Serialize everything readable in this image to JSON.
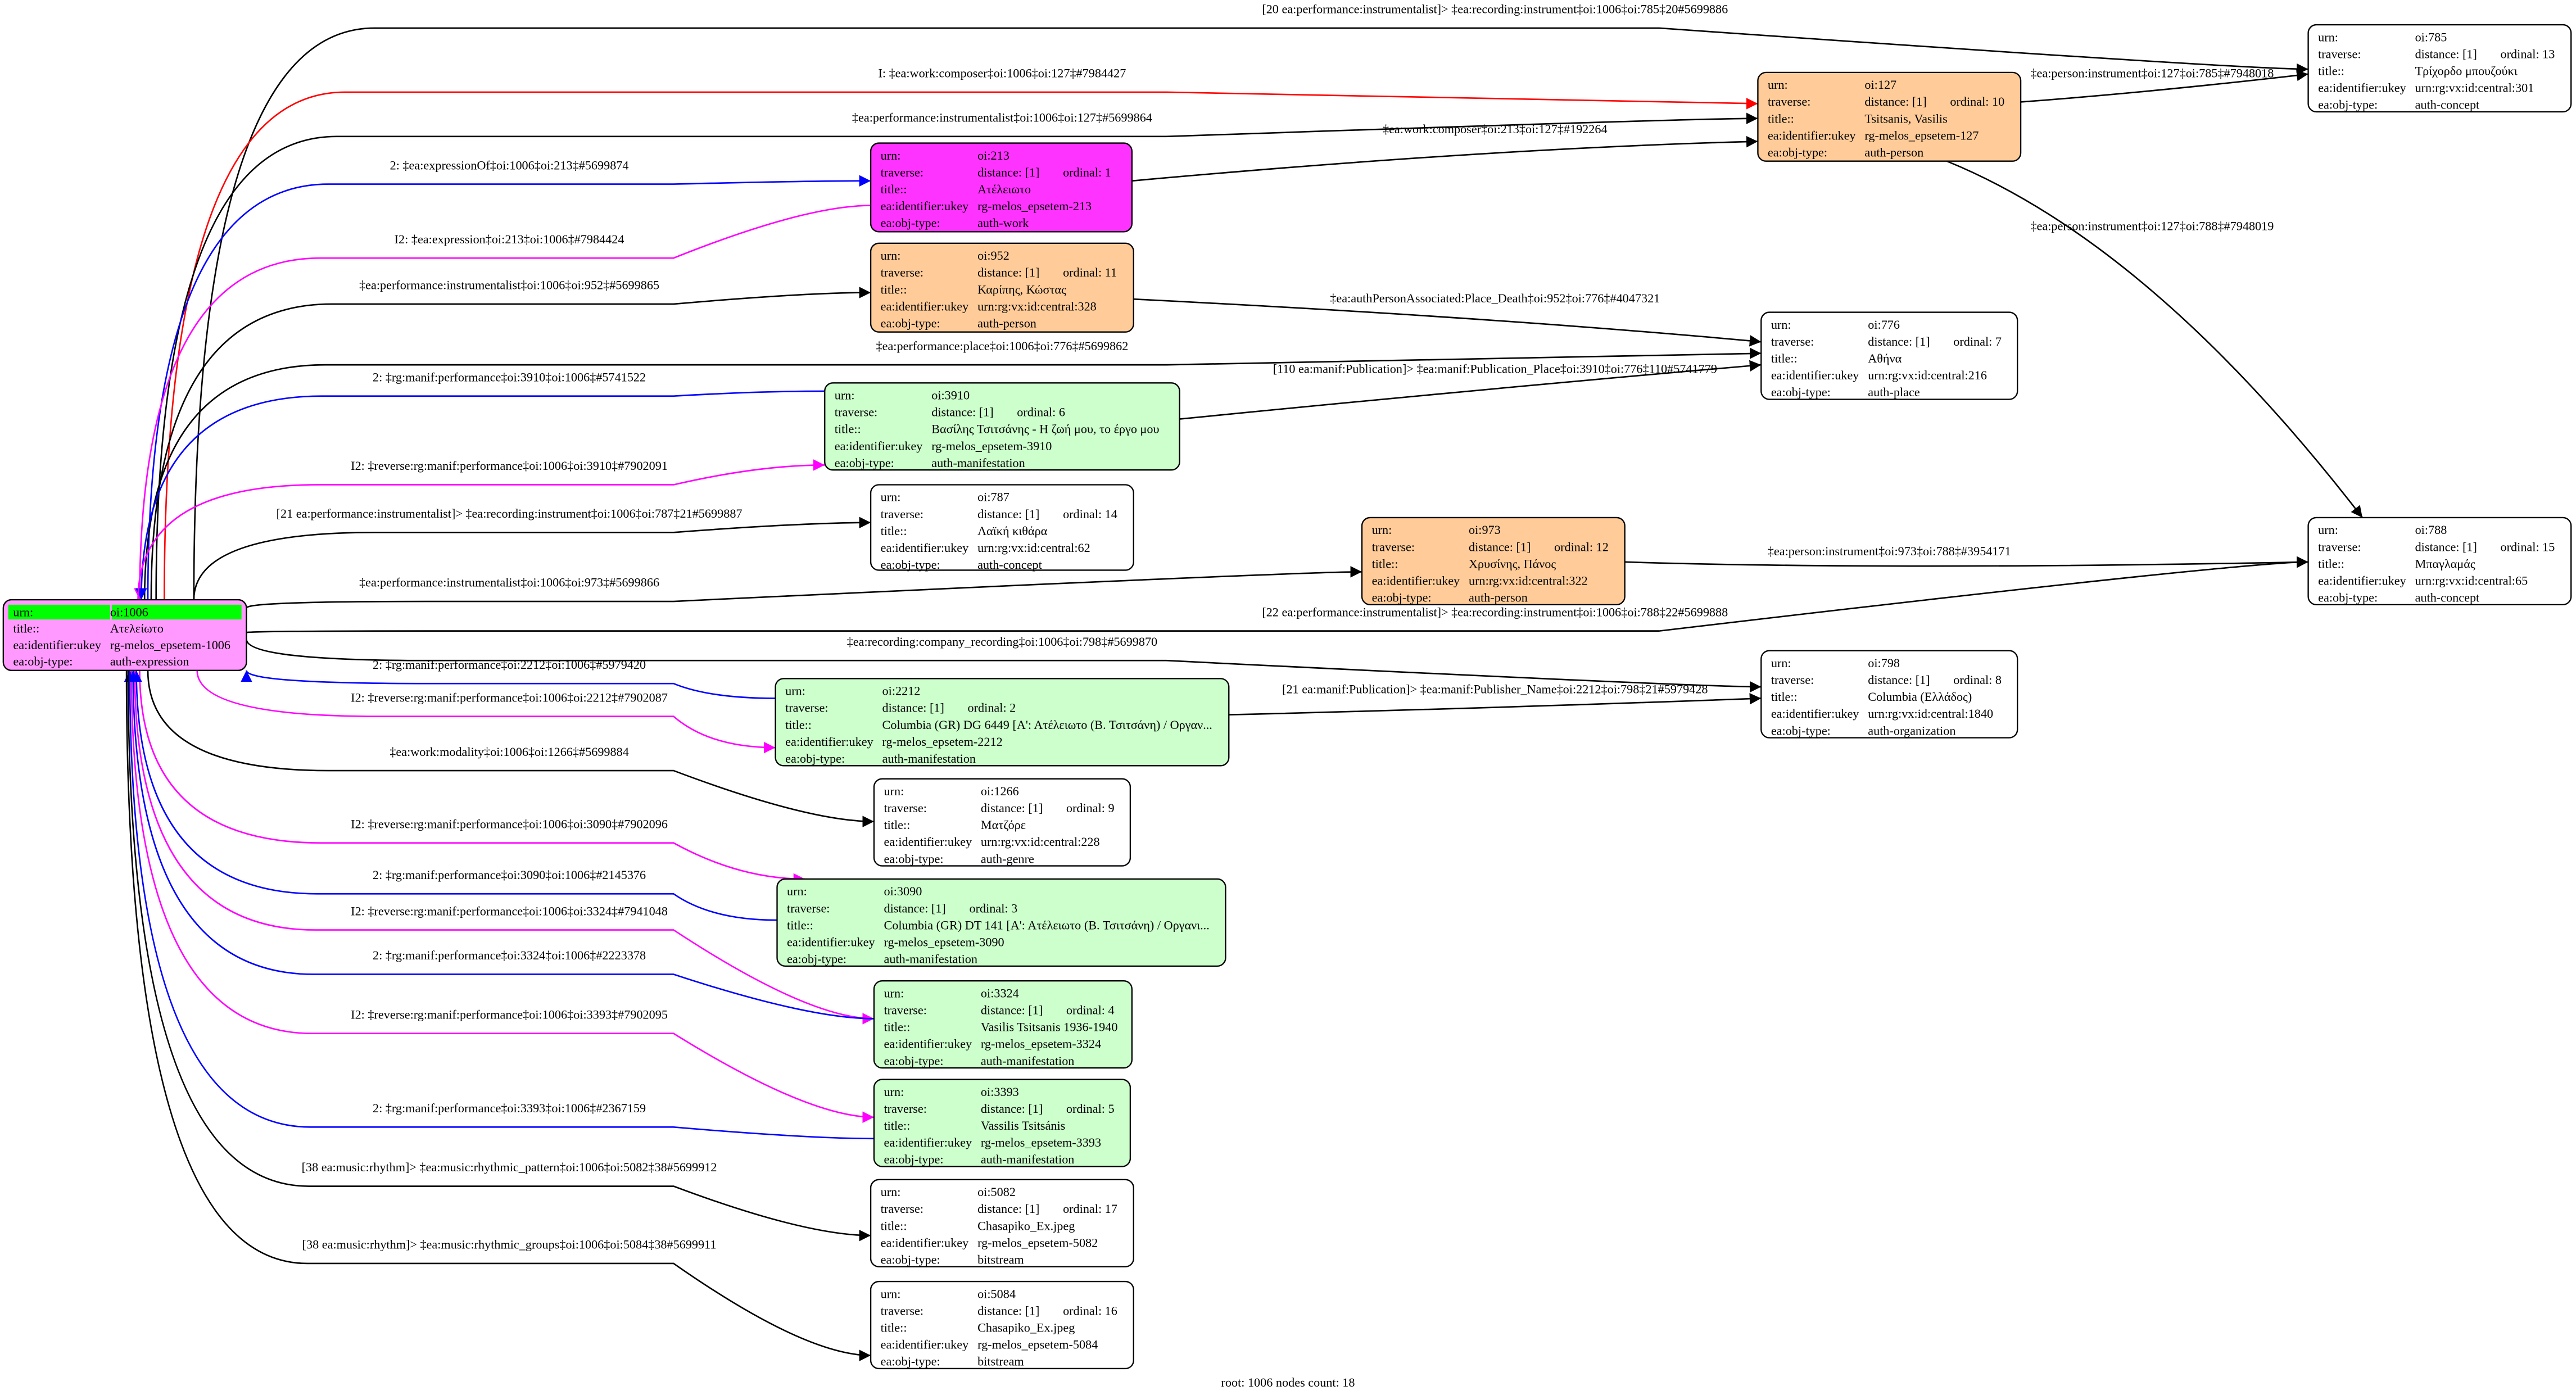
{
  "field_labels": {
    "urn": "urn:",
    "traverse": "traverse:",
    "title": "title::",
    "ukey": "ea:identifier:ukey",
    "type": "ea:obj-type:"
  },
  "colors": {
    "root": "#ff99ff",
    "root_urn": "#00ff00",
    "work": "#ff33ff",
    "person": "#ffcc99",
    "manifestation": "#ccffcc",
    "plain": "#ffffff",
    "edge_black": "#000000",
    "edge_blue": "#0000ff",
    "edge_magenta": "#ff00ff",
    "edge_red": "#ff0000"
  },
  "nodes": [
    {
      "id": "1006",
      "urn": "oi:1006",
      "distance": null,
      "ordinal": null,
      "title": "Ατελείωτο",
      "ukey": "rg-melos_epsetem-1006",
      "type": "auth-expression",
      "fill": "#ff99ff",
      "root": true
    },
    {
      "id": "213",
      "urn": "oi:213",
      "distance": "distance: [1]",
      "ordinal": "ordinal: 1",
      "title": "Ατέλειωτο",
      "ukey": "rg-melos_epsetem-213",
      "type": "auth-work",
      "fill": "#ff33ff"
    },
    {
      "id": "952",
      "urn": "oi:952",
      "distance": "distance: [1]",
      "ordinal": "ordinal: 11",
      "title": "Καρίπης, Κώστας",
      "ukey": "urn:rg:vx:id:central:328",
      "type": "auth-person",
      "fill": "#ffcc99"
    },
    {
      "id": "3910",
      "urn": "oi:3910",
      "distance": "distance: [1]",
      "ordinal": "ordinal: 6",
      "title": "Βασίλης Τσιτσάνης - Η ζωή μου, το έργο μου",
      "ukey": "rg-melos_epsetem-3910",
      "type": "auth-manifestation",
      "fill": "#ccffcc"
    },
    {
      "id": "787",
      "urn": "oi:787",
      "distance": "distance: [1]",
      "ordinal": "ordinal: 14",
      "title": "Λαϊκή κιθάρα",
      "ukey": "urn:rg:vx:id:central:62",
      "type": "auth-concept",
      "fill": "#ffffff"
    },
    {
      "id": "973",
      "urn": "oi:973",
      "distance": "distance: [1]",
      "ordinal": "ordinal: 12",
      "title": "Χρυσίνης, Πάνος",
      "ukey": "urn:rg:vx:id:central:322",
      "type": "auth-person",
      "fill": "#ffcc99"
    },
    {
      "id": "2212",
      "urn": "oi:2212",
      "distance": "distance: [1]",
      "ordinal": "ordinal: 2",
      "title": "Columbia (GR) DG 6449 [Α': Ατέλειωτο (Β. Τσιτσάνη) / Οργαν...",
      "ukey": "rg-melos_epsetem-2212",
      "type": "auth-manifestation",
      "fill": "#ccffcc"
    },
    {
      "id": "1266",
      "urn": "oi:1266",
      "distance": "distance: [1]",
      "ordinal": "ordinal: 9",
      "title": "Ματζόρε",
      "ukey": "urn:rg:vx:id:central:228",
      "type": "auth-genre",
      "fill": "#ffffff"
    },
    {
      "id": "3090",
      "urn": "oi:3090",
      "distance": "distance: [1]",
      "ordinal": "ordinal: 3",
      "title": "Columbia (GR) DT 141 [Α': Ατέλειωτο (Β. Τσιτσάνη) / Οργανι...",
      "ukey": "rg-melos_epsetem-3090",
      "type": "auth-manifestation",
      "fill": "#ccffcc"
    },
    {
      "id": "3324",
      "urn": "oi:3324",
      "distance": "distance: [1]",
      "ordinal": "ordinal: 4",
      "title": "Vasilis Tsitsanis 1936-1940",
      "ukey": "rg-melos_epsetem-3324",
      "type": "auth-manifestation",
      "fill": "#ccffcc"
    },
    {
      "id": "3393",
      "urn": "oi:3393",
      "distance": "distance: [1]",
      "ordinal": "ordinal: 5",
      "title": "Vassilis Tsitsánis",
      "ukey": "rg-melos_epsetem-3393",
      "type": "auth-manifestation",
      "fill": "#ccffcc"
    },
    {
      "id": "5082",
      "urn": "oi:5082",
      "distance": "distance: [1]",
      "ordinal": "ordinal: 17",
      "title": "Chasapiko_Ex.jpeg",
      "ukey": "rg-melos_epsetem-5082",
      "type": "bitstream",
      "fill": "#ffffff"
    },
    {
      "id": "5084",
      "urn": "oi:5084",
      "distance": "distance: [1]",
      "ordinal": "ordinal: 16",
      "title": "Chasapiko_Ex.jpeg",
      "ukey": "rg-melos_epsetem-5084",
      "type": "bitstream",
      "fill": "#ffffff"
    },
    {
      "id": "127",
      "urn": "oi:127",
      "distance": "distance: [1]",
      "ordinal": "ordinal: 10",
      "title": "Tsitsanis, Vasilis",
      "ukey": "rg-melos_epsetem-127",
      "type": "auth-person",
      "fill": "#ffcc99"
    },
    {
      "id": "776",
      "urn": "oi:776",
      "distance": "distance: [1]",
      "ordinal": "ordinal: 7",
      "title": "Αθήνα",
      "ukey": "urn:rg:vx:id:central:216",
      "type": "auth-place",
      "fill": "#ffffff"
    },
    {
      "id": "798",
      "urn": "oi:798",
      "distance": "distance: [1]",
      "ordinal": "ordinal: 8",
      "title": "Columbia (Ελλάδος)",
      "ukey": "urn:rg:vx:id:central:1840",
      "type": "auth-organization",
      "fill": "#ffffff"
    },
    {
      "id": "785",
      "urn": "oi:785",
      "distance": "distance: [1]",
      "ordinal": "ordinal: 13",
      "title": "Τρίχορδο μπουζούκι",
      "ukey": "urn:rg:vx:id:central:301",
      "type": "auth-concept",
      "fill": "#ffffff"
    },
    {
      "id": "788",
      "urn": "oi:788",
      "distance": "distance: [1]",
      "ordinal": "ordinal: 15",
      "title": "Μπαγλαμάς",
      "ukey": "urn:rg:vx:id:central:65",
      "type": "auth-concept",
      "fill": "#ffffff"
    }
  ],
  "edges": [
    {
      "from": "1006",
      "to": "785",
      "color": "#000000",
      "label": "[20 ea:performance:instrumentalist]> ‡ea:recording:instrument‡oi:1006‡oi:785‡20#5699886"
    },
    {
      "from": "1006",
      "to": "127",
      "color": "#ff0000",
      "label": "I: ‡ea:work:composer‡oi:1006‡oi:127‡#7984427"
    },
    {
      "from": "1006",
      "to": "127",
      "color": "#000000",
      "label": "‡ea:performance:instrumentalist‡oi:1006‡oi:127‡#5699864"
    },
    {
      "from": "1006",
      "to": "213",
      "color": "#0000ff",
      "label": "2: ‡ea:expressionOf‡oi:1006‡oi:213‡#5699874"
    },
    {
      "from": "213",
      "to": "1006",
      "color": "#ff00ff",
      "label": "I2: ‡ea:expression‡oi:213‡oi:1006‡#7984424"
    },
    {
      "from": "213",
      "to": "127",
      "color": "#000000",
      "label": "‡ea:work:composer‡oi:213‡oi:127‡#192264"
    },
    {
      "from": "1006",
      "to": "952",
      "color": "#000000",
      "label": "‡ea:performance:instrumentalist‡oi:1006‡oi:952‡#5699865"
    },
    {
      "from": "952",
      "to": "776",
      "color": "#000000",
      "label": "‡ea:authPersonAssociated:Place_Death‡oi:952‡oi:776‡#4047321"
    },
    {
      "from": "1006",
      "to": "776",
      "color": "#000000",
      "label": "‡ea:performance:place‡oi:1006‡oi:776‡#5699862"
    },
    {
      "from": "3910",
      "to": "1006",
      "color": "#0000ff",
      "label": "2: ‡rg:manif:performance‡oi:3910‡oi:1006‡#5741522"
    },
    {
      "from": "3910",
      "to": "776",
      "color": "#000000",
      "label": "[110 ea:manif:Publication]> ‡ea:manif:Publication_Place‡oi:3910‡oi:776‡110#5741779"
    },
    {
      "from": "1006",
      "to": "3910",
      "color": "#ff00ff",
      "label": "I2: ‡reverse:rg:manif:performance‡oi:1006‡oi:3910‡#7902091"
    },
    {
      "from": "1006",
      "to": "787",
      "color": "#000000",
      "label": "[21 ea:performance:instrumentalist]> ‡ea:recording:instrument‡oi:1006‡oi:787‡21#5699887"
    },
    {
      "from": "127",
      "to": "788",
      "color": "#000000",
      "label": "‡ea:person:instrument‡oi:127‡oi:788‡#7948019"
    },
    {
      "from": "127",
      "to": "785",
      "color": "#000000",
      "label": "‡ea:person:instrument‡oi:127‡oi:785‡#7948018"
    },
    {
      "from": "1006",
      "to": "973",
      "color": "#000000",
      "label": "‡ea:performance:instrumentalist‡oi:1006‡oi:973‡#5699866"
    },
    {
      "from": "973",
      "to": "788",
      "color": "#000000",
      "label": "‡ea:person:instrument‡oi:973‡oi:788‡#3954171"
    },
    {
      "from": "1006",
      "to": "788",
      "color": "#000000",
      "label": "[22 ea:performance:instrumentalist]> ‡ea:recording:instrument‡oi:1006‡oi:788‡22#5699888"
    },
    {
      "from": "1006",
      "to": "798",
      "color": "#000000",
      "label": "‡ea:recording:company_recording‡oi:1006‡oi:798‡#5699870"
    },
    {
      "from": "2212",
      "to": "1006",
      "color": "#0000ff",
      "label": "2: ‡rg:manif:performance‡oi:2212‡oi:1006‡#5979420"
    },
    {
      "from": "2212",
      "to": "798",
      "color": "#000000",
      "label": "[21 ea:manif:Publication]> ‡ea:manif:Publisher_Name‡oi:2212‡oi:798‡21#5979428"
    },
    {
      "from": "1006",
      "to": "2212",
      "color": "#ff00ff",
      "label": "I2: ‡reverse:rg:manif:performance‡oi:1006‡oi:2212‡#7902087"
    },
    {
      "from": "1006",
      "to": "1266",
      "color": "#000000",
      "label": "‡ea:work:modality‡oi:1006‡oi:1266‡#5699884"
    },
    {
      "from": "1006",
      "to": "3090",
      "color": "#ff00ff",
      "label": "I2: ‡reverse:rg:manif:performance‡oi:1006‡oi:3090‡#7902096"
    },
    {
      "from": "3090",
      "to": "1006",
      "color": "#0000ff",
      "label": "2: ‡rg:manif:performance‡oi:3090‡oi:1006‡#2145376"
    },
    {
      "from": "1006",
      "to": "3324",
      "color": "#ff00ff",
      "label": "I2: ‡reverse:rg:manif:performance‡oi:1006‡oi:3324‡#7941048"
    },
    {
      "from": "3324",
      "to": "1006",
      "color": "#0000ff",
      "label": "2: ‡rg:manif:performance‡oi:3324‡oi:1006‡#2223378"
    },
    {
      "from": "1006",
      "to": "3393",
      "color": "#ff00ff",
      "label": "I2: ‡reverse:rg:manif:performance‡oi:1006‡oi:3393‡#7902095"
    },
    {
      "from": "3393",
      "to": "1006",
      "color": "#0000ff",
      "label": "2: ‡rg:manif:performance‡oi:3393‡oi:1006‡#2367159"
    },
    {
      "from": "1006",
      "to": "5082",
      "color": "#000000",
      "label": "[38 ea:music:rhythm]> ‡ea:music:rhythmic_pattern‡oi:1006‡oi:5082‡38#5699912"
    },
    {
      "from": "1006",
      "to": "5084",
      "color": "#000000",
      "label": "[38 ea:music:rhythm]> ‡ea:music:rhythmic_groups‡oi:1006‡oi:5084‡38#5699911"
    }
  ],
  "footer": "root: 1006 nodes count: 18"
}
